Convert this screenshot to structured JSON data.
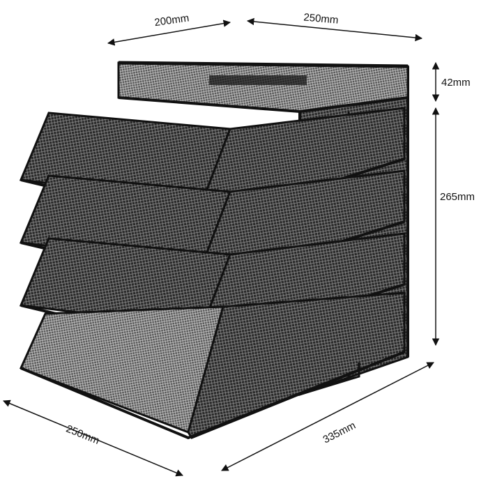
{
  "image": {
    "alt": "Black wire mesh letter tray organizer with a top basket and four stacked trays",
    "product": "mesh-desk-organizer"
  },
  "dimensions": {
    "top_depth": "200mm",
    "top_width": "250mm",
    "basket_height": "42mm",
    "stack_height": "265mm",
    "base_depth": "335mm",
    "base_width": "250mm"
  },
  "colors": {
    "frame": "#111111",
    "mesh": "#3a3a3a",
    "background": "#ffffff",
    "arrow": "#111111"
  }
}
